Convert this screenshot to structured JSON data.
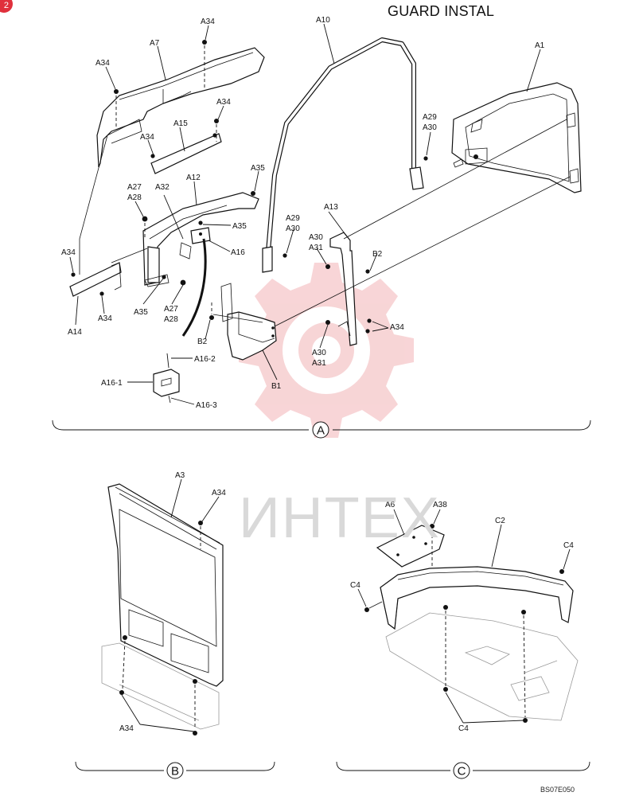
{
  "page": {
    "title": "GUARD INSTAL",
    "drawing_code": "BS07E050",
    "watermark": "ИНТЕХ",
    "corner_badge": "2"
  },
  "colors": {
    "line": "#111111",
    "watermark_gear": "#f2b3b6",
    "watermark_text": "#d9d9d9",
    "badge": "#e0303c",
    "ghost_parts": "#9a9a9a"
  },
  "sections": {
    "a": {
      "mark": "A"
    },
    "b": {
      "mark": "B"
    },
    "c": {
      "mark": "C"
    }
  },
  "labels": {
    "a34": "A34",
    "a7": "A7",
    "a10": "A10",
    "a1": "A1",
    "a15": "A15",
    "a29": "A29",
    "a30": "A30",
    "a35": "A35",
    "a27": "A27",
    "a28": "A28",
    "a32": "A32",
    "a12": "A12",
    "a13": "A13",
    "a31": "A31",
    "b2": "B2",
    "a16": "A16",
    "a14": "A14",
    "b1": "B1",
    "a16_1": "A16-1",
    "a16_2": "A16-2",
    "a16_3": "A16-3",
    "a3": "A3",
    "a6": "A6",
    "a38": "A38",
    "c2": "C2",
    "c4": "C4"
  }
}
